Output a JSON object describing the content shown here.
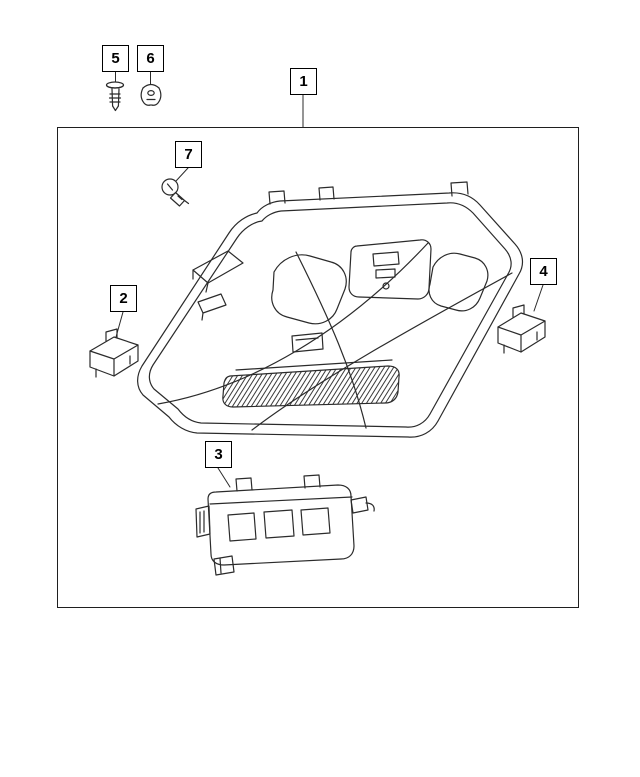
{
  "colors": {
    "background": "#ffffff",
    "line": "#2b2b2b",
    "callout_border": "#000000",
    "callout_text": "#000000",
    "frame_border": "#1f1f1f"
  },
  "callouts": [
    {
      "label": "1"
    },
    {
      "label": "2"
    },
    {
      "label": "3"
    },
    {
      "label": "4"
    },
    {
      "label": "5"
    },
    {
      "label": "6"
    },
    {
      "label": "7"
    }
  ]
}
